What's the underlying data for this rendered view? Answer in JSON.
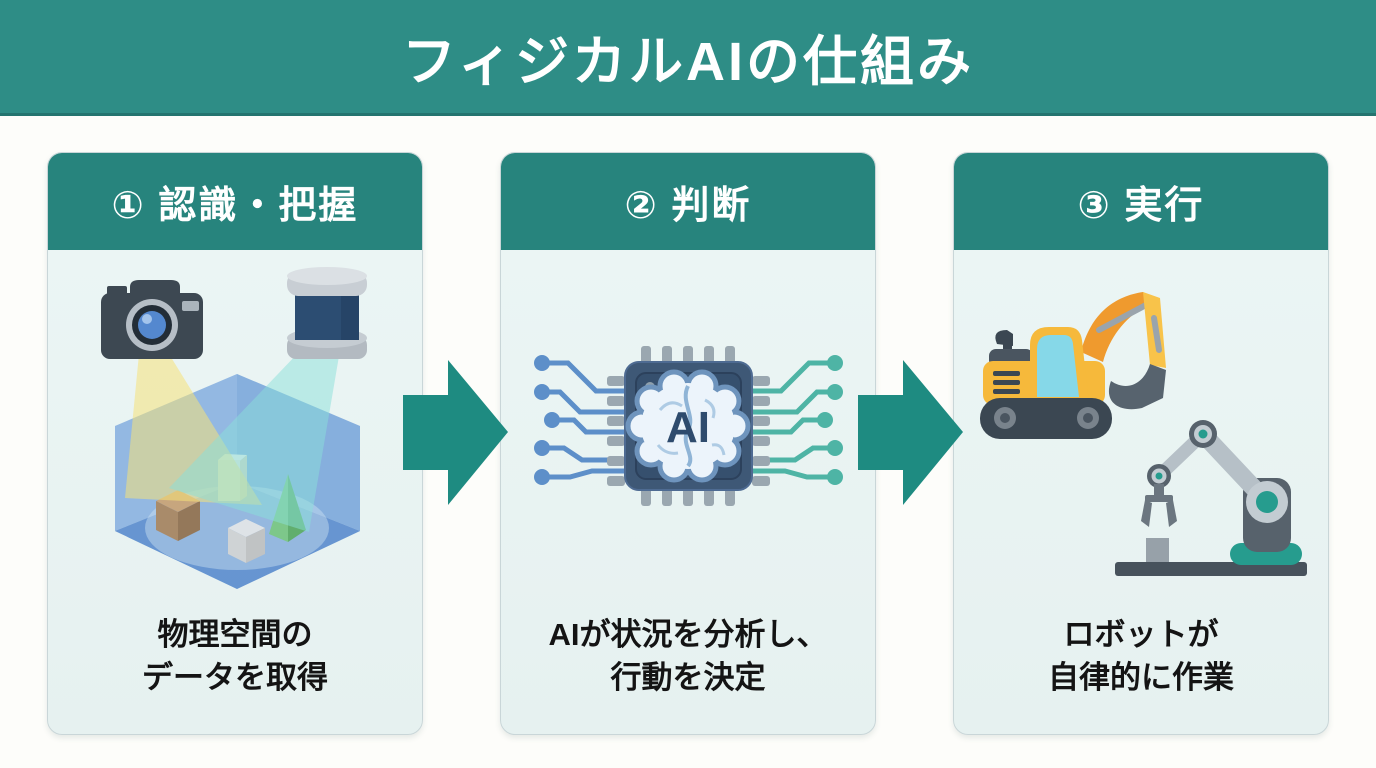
{
  "title": "フィジカルAIの仕組み",
  "theme": {
    "title_bar_bg": "#2E8D86",
    "panel_header_bg": "#27847D",
    "panel_body_bg": "#E9F4F3",
    "arrow_color": "#1E8B81",
    "caption_color": "#141414",
    "accent_teal": "#269C8E",
    "accent_blue": "#5D8FC9"
  },
  "panels": [
    {
      "header": "① 認識・把握",
      "caption_line1": "物理空間の",
      "caption_line2": "データを取得",
      "icons": [
        "camera-icon",
        "lidar-sensor-icon",
        "camera-beam",
        "lidar-beam",
        "scanned-room-icon"
      ]
    },
    {
      "header": "② 判断",
      "caption_line1": "AIが状況を分析し、",
      "caption_line2": "行動を決定",
      "chip_label": "AI",
      "icons": [
        "ai-chip-icon",
        "brain-icon",
        "circuit-traces-left",
        "circuit-traces-right"
      ]
    },
    {
      "header": "③ 実行",
      "caption_line1": "ロボットが",
      "caption_line2": "自律的に作業",
      "icons": [
        "excavator-icon",
        "robot-arm-icon"
      ]
    }
  ],
  "arrows": [
    {
      "name": "flow-arrow-1",
      "direction": "right"
    },
    {
      "name": "flow-arrow-2",
      "direction": "right"
    }
  ]
}
